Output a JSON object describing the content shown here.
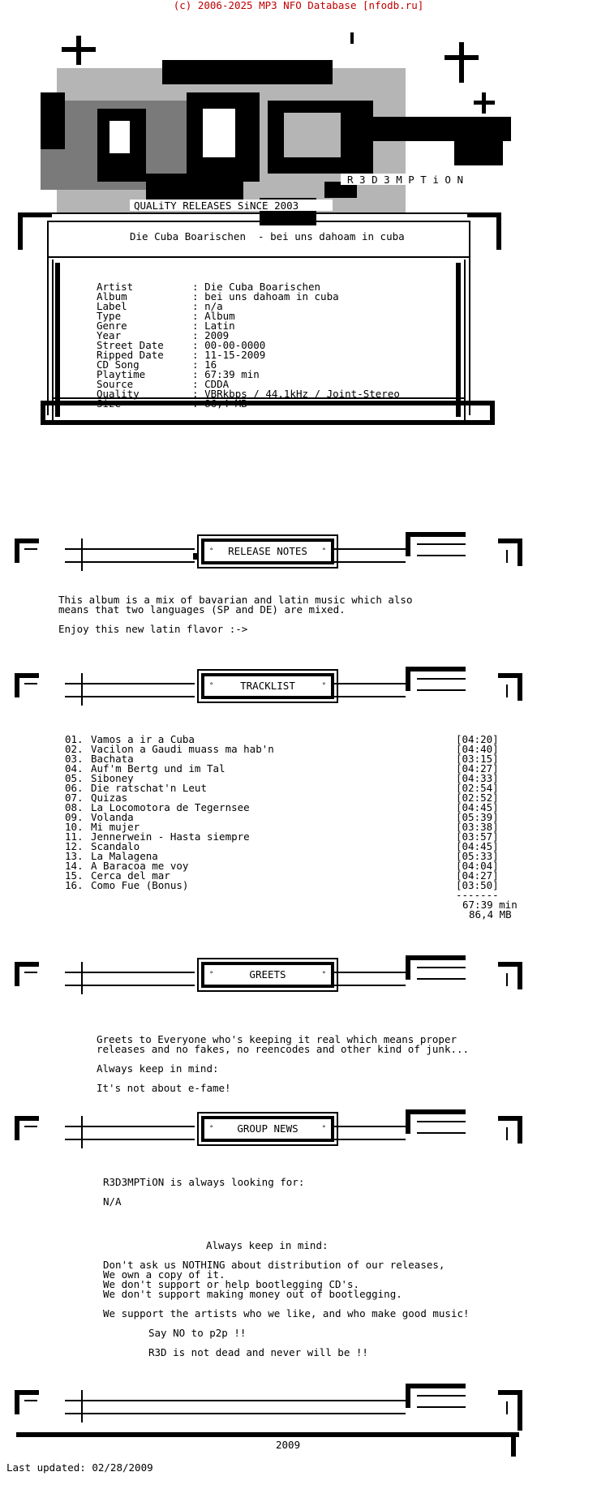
{
  "header": "(c) 2006-2025 MP3 NFO Database [nfodb.ru]",
  "logo": {
    "tagline": "R 3 D 3 M P T i O N",
    "slogan": "QUALiTY RELEASES SiNCE 2003"
  },
  "release_title": "Die Cuba Boarischen  - bei uns dahoam in cuba",
  "info": [
    {
      "label": "Artist",
      "value": "Die Cuba Boarischen"
    },
    {
      "label": "Album",
      "value": "bei uns dahoam in cuba"
    },
    {
      "label": "Label",
      "value": "n/a"
    },
    {
      "label": "Type",
      "value": "Album"
    },
    {
      "label": "Genre",
      "value": "Latin"
    },
    {
      "label": "Year",
      "value": "2009"
    },
    {
      "label": "Street Date",
      "value": "00-00-0000"
    },
    {
      "label": "Ripped Date",
      "value": "11-15-2009"
    },
    {
      "label": "CD Song",
      "value": "16"
    },
    {
      "label": "Playtime",
      "value": "67:39 min"
    },
    {
      "label": "Source",
      "value": "CDDA"
    },
    {
      "label": "Quality",
      "value": "VBRkbps / 44.1kHz / Joint-Stereo"
    },
    {
      "label": "Size",
      "value": "86,4 MB"
    }
  ],
  "sections": {
    "release_notes": "RELEASE NOTES",
    "tracklist": "TRACKLIST",
    "greets": "GREETS",
    "group_news": "GROUP NEWS"
  },
  "release_notes": {
    "line1": "This album is a mix of bavarian and latin music which also",
    "line2": "means that two languages (SP and DE) are mixed.",
    "line3": "Enjoy this new latin flavor :->"
  },
  "tracks": [
    {
      "num": "01.",
      "title": "Vamos a ir a Cuba",
      "time": "[04:20]"
    },
    {
      "num": "02.",
      "title": "Vacilon a Gaudi muass ma hab'n",
      "time": "[04:40]"
    },
    {
      "num": "03.",
      "title": "Bachata",
      "time": "[03:15]"
    },
    {
      "num": "04.",
      "title": "Auf'm Bertg und im Tal",
      "time": "[04:27]"
    },
    {
      "num": "05.",
      "title": "Siboney",
      "time": "[04:33]"
    },
    {
      "num": "06.",
      "title": "Die ratschat'n Leut",
      "time": "[02:54]"
    },
    {
      "num": "07.",
      "title": "Quizas",
      "time": "[02:52]"
    },
    {
      "num": "08.",
      "title": "La Locomotora de Tegernsee",
      "time": "[04:45]"
    },
    {
      "num": "09.",
      "title": "Volanda",
      "time": "[05:39]"
    },
    {
      "num": "10.",
      "title": "Mi mujer",
      "time": "[03:38]"
    },
    {
      "num": "11.",
      "title": "Jennerwein - Hasta siempre",
      "time": "[03:57]"
    },
    {
      "num": "12.",
      "title": "Scandalo",
      "time": "[04:45]"
    },
    {
      "num": "13.",
      "title": "La Malagena",
      "time": "[05:33]"
    },
    {
      "num": "14.",
      "title": "A Baracoa me voy",
      "time": "[04:04]"
    },
    {
      "num": "15.",
      "title": "Cerca del mar",
      "time": "[04:27]"
    },
    {
      "num": "16.",
      "title": "Como Fue (Bonus)",
      "time": "[03:50]"
    }
  ],
  "totals": {
    "separator": "-------",
    "time": "67:39 min",
    "size": "86,4 MB"
  },
  "greets": {
    "line1": "Greets to Everyone who's keeping it real which means proper",
    "line2": "releases and no fakes, no reencodes and other kind of junk...",
    "line3": "Always keep in mind:",
    "line4": "It's not about e-fame!"
  },
  "news": {
    "line1": "R3D3MPTiON is always looking for:",
    "line2": "N/A",
    "line3": "Always keep in mind:",
    "line4": "Don't ask us NOTHING about distribution of our releases,",
    "line5": "We own a copy of it.",
    "line6": "We don't support or help bootlegging CD's.",
    "line7": "We don't support making money out of bootlegging.",
    "line8": "We support the artists who we like, and who make good music!",
    "line9": "Say NO to p2p !!",
    "line10": "R3D is not dead and never will be !!"
  },
  "footer_year": "2009",
  "last_updated": "Last updated: 02/28/2009"
}
